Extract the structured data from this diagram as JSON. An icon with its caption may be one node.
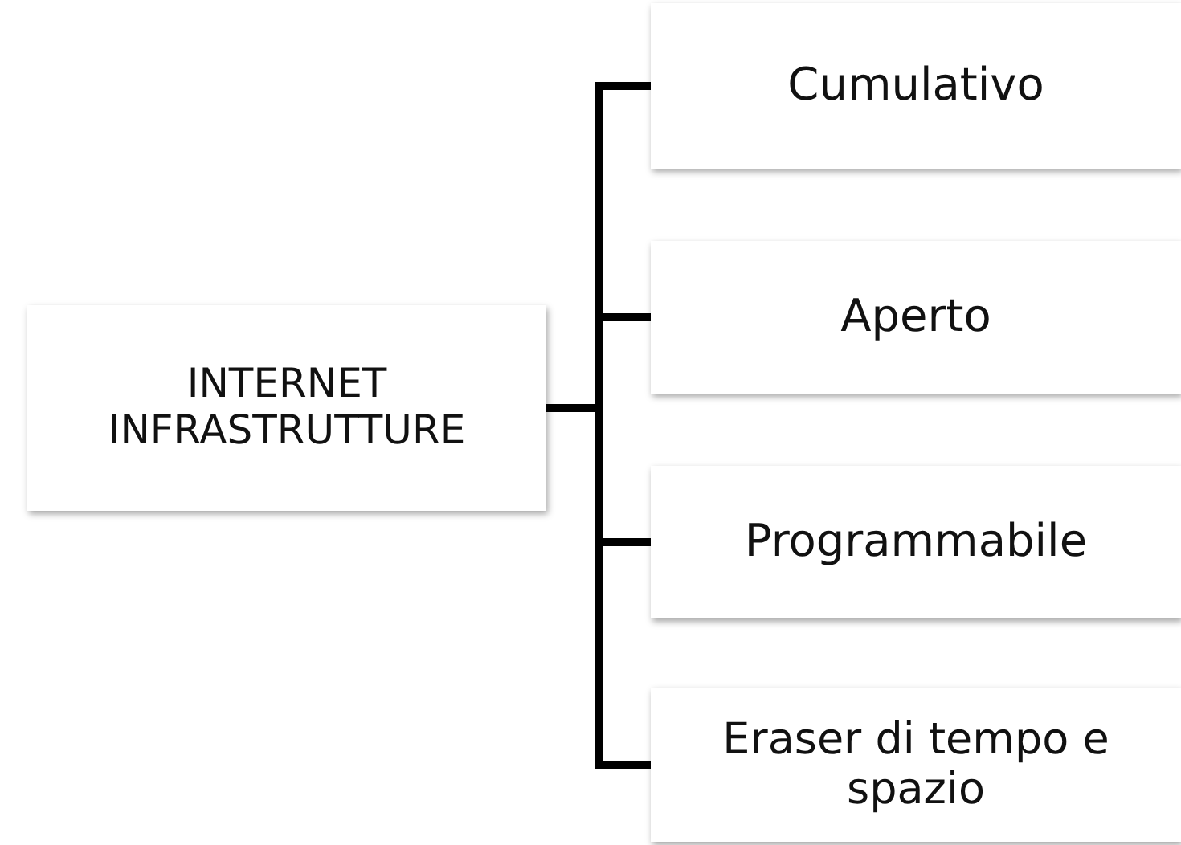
{
  "diagram": {
    "nodes": [
      {
        "text": [
          "INTERNET INFRASTRUTTURE"
        ]
      },
      {
        "text": [
          "Cumulativo"
        ]
      },
      {
        "text": [
          "Aperto"
        ]
      },
      {
        "text": [
          "Programmabile"
        ]
      },
      {
        "text": [
          "Eraser di tempo e spazio"
        ]
      }
    ],
    "edges": [
      {
        "from": 0,
        "to": 1,
        "arrow": "none"
      },
      {
        "from": 0,
        "to": 2,
        "arrow": "none"
      },
      {
        "from": 0,
        "to": 3,
        "arrow": "none"
      },
      {
        "from": 0,
        "to": 4,
        "arrow": "none"
      }
    ]
  }
}
